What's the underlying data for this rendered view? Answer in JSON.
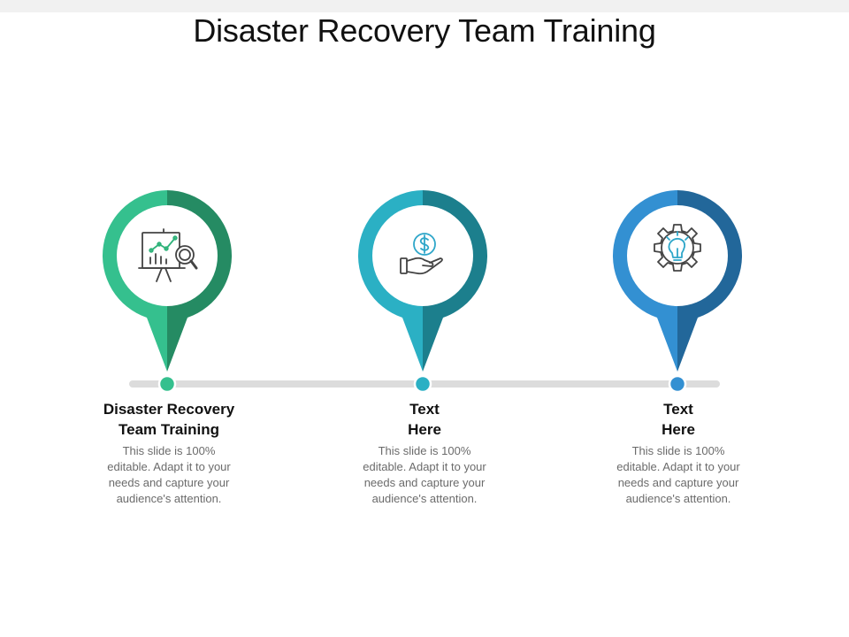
{
  "slide": {
    "title": "Disaster Recovery Team Training"
  },
  "colors": {
    "timeline_bar": "#dcdcdc",
    "icon_stroke": "#444444",
    "icon_accent_green": "#2fb37a",
    "icon_accent_blue": "#2ea6c9"
  },
  "steps": [
    {
      "title_lines": [
        "Disaster Recovery",
        "Team Training"
      ],
      "desc_lines": [
        "This slide is 100%",
        "editable. Adapt it to your",
        "needs and capture your",
        "audience's attention."
      ],
      "icon": "presentation-board-analytics-icon",
      "color_light": "#35c08e",
      "color_dark": "#258b63"
    },
    {
      "title_lines": [
        "Text",
        "Here"
      ],
      "desc_lines": [
        "This slide is 100%",
        "editable. Adapt it to your",
        "needs and capture your",
        "audience's attention."
      ],
      "icon": "dollar-hand-icon",
      "color_light": "#2bb0c4",
      "color_dark": "#1c7f8d"
    },
    {
      "title_lines": [
        "Text",
        "Here"
      ],
      "desc_lines": [
        "This slide is 100%",
        "editable. Adapt it to your",
        "needs and capture your",
        "audience's attention."
      ],
      "icon": "gear-lightbulb-icon",
      "color_light": "#3390d2",
      "color_dark": "#22679a"
    }
  ]
}
